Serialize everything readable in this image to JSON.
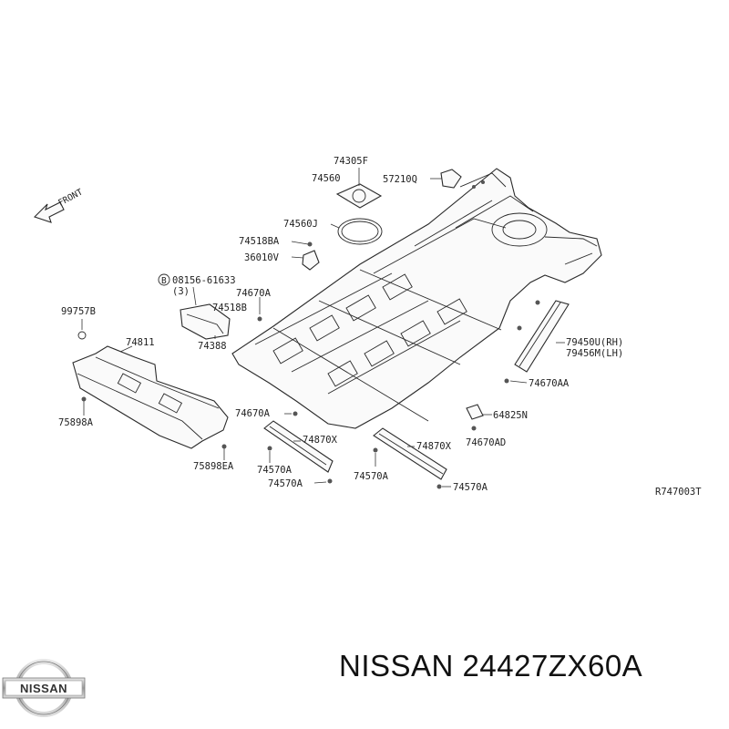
{
  "diagram": {
    "front_label": "FRONT",
    "ref_code": "R747003T",
    "labels": {
      "p74305F": "74305F",
      "p74560": "74560",
      "p57210Q": "57210Q",
      "p74560J": "74560J",
      "p74518BA": "74518BA",
      "p36010V": "36010V",
      "p08156": "08156-61633",
      "p08156_qty": "(3)",
      "b_marker": "B",
      "p74670A_1": "74670A",
      "p74518B": "74518B",
      "p99757B": "99757B",
      "p74811": "74811",
      "p74388": "74388",
      "p75898A": "75898A",
      "p75898EA": "75898EA",
      "p74670A_2": "74670A",
      "p74870X_1": "74870X",
      "p74570A_1": "74570A",
      "p74570A_2": "74570A",
      "p74570A_3": "74570A",
      "p74870X_2": "74870X",
      "p74570A_4": "74570A",
      "p64825N": "64825N",
      "p74670AD": "74670AD",
      "p79450U": "79450U(RH)",
      "p79456M": "79456M(LH)",
      "p74670AA": "74670AA"
    }
  },
  "brand": {
    "logo_text": "NISSAN",
    "part_number_text": "NISSAN 24427ZX60A"
  }
}
